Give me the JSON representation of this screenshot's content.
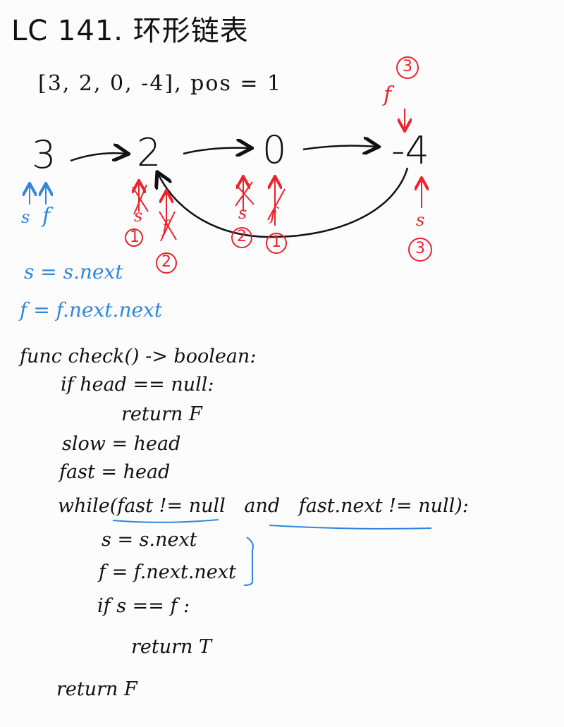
{
  "title": "LC 141. 环形链表",
  "input": "[3, 2, 0, -4], pos = 1",
  "nodes": [
    "3",
    "2",
    "0",
    "-4"
  ],
  "pointer_labels": {
    "slow": "s",
    "fast": "f",
    "circled_1": "1",
    "circled_2": "2",
    "circled_3": "3"
  },
  "notes": {
    "slow_update": "s = s.next",
    "fast_update": "f = f.next.next"
  },
  "code": {
    "signature": "func check() -> boolean:",
    "if_null": "if head == null:",
    "return_f_1": "return F",
    "slow_init": "slow = head",
    "fast_init": "fast = head",
    "while_prefix": "while(",
    "while_cond_1": "fast != null",
    "while_and": "and",
    "while_cond_2": "fast.next != null",
    "while_suffix": "):",
    "s_next": "s = s.next",
    "f_next": "f = f.next.next",
    "if_meet": "if s == f :",
    "return_t": "return T",
    "return_f_2": "return F"
  },
  "colors": {
    "ink": "#111111",
    "blue": "#2f86de",
    "red": "#e8242c"
  }
}
